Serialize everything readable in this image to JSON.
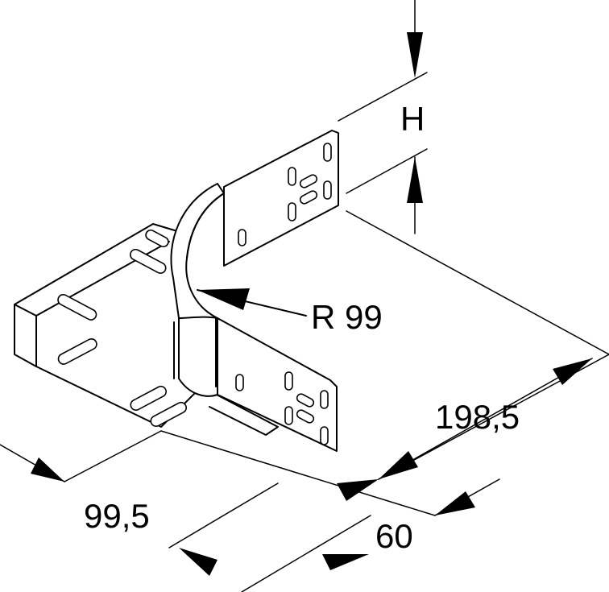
{
  "dimensions": {
    "height_label": "H",
    "radius_label": "R 99",
    "length_label": "198,5",
    "width_label": "99,5",
    "depth_label": "60"
  }
}
